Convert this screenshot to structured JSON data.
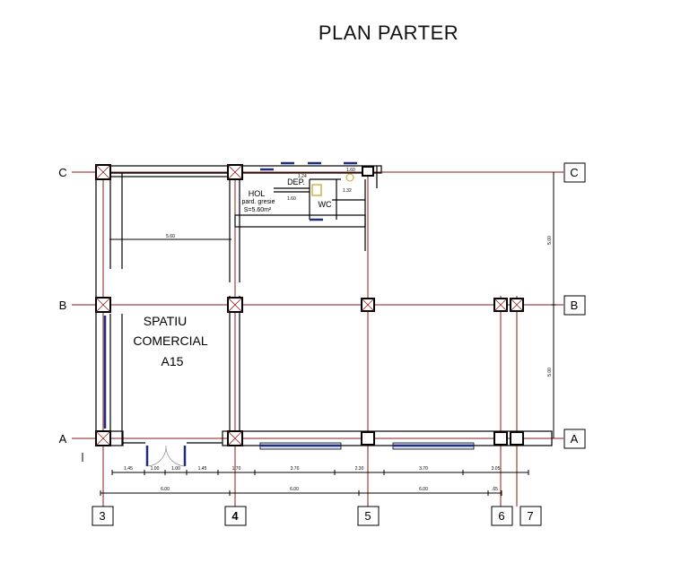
{
  "title": "PLAN PARTER",
  "axes": {
    "rows": [
      "C",
      "B",
      "A"
    ],
    "columns": [
      "3",
      "4",
      "5",
      "6",
      "7"
    ]
  },
  "rooms": {
    "main": {
      "line1": "SPATIU",
      "line2": "COMERCIAL",
      "line3": "A15"
    },
    "hol": {
      "name": "HOL",
      "finish": "pard. gresie",
      "area": "S=5.60m²"
    },
    "dep": {
      "name": "DEP."
    },
    "wc": {
      "name": "WC"
    }
  },
  "dimensions": {
    "bottom_detail": [
      "1.45",
      "1.00",
      "1.00",
      "1.45",
      "1.70",
      "3.70",
      "2.30",
      "3.70",
      "3.05"
    ],
    "bottom_axes": [
      "6.00",
      "6.00",
      "6.00",
      ".65"
    ],
    "right_vertical": [
      "5.00",
      "5.00"
    ],
    "interior_span": "5.60",
    "annex": [
      "1.24",
      "1.60",
      "1.32",
      "1.60"
    ]
  },
  "colors": {
    "grid": "#8b1a1a",
    "window": "#1f2f7a"
  }
}
